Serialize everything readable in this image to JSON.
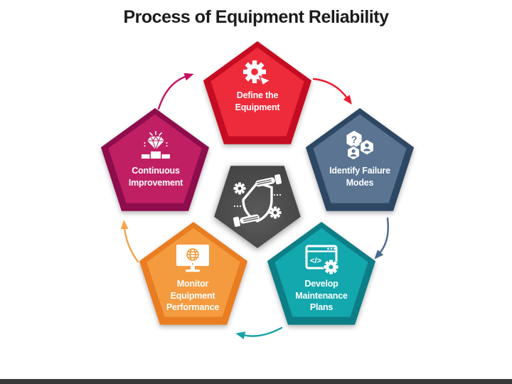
{
  "title": "Process of Equipment Reliability",
  "steps": [
    {
      "label": "Define the Equipment",
      "icon": "gear-cursor-icon",
      "fill": "#ee2b3a",
      "border": "#c40a21",
      "arrow_color": "#ec1b2e"
    },
    {
      "label": "Identify Failure Modes",
      "icon": "question-people-hexagons-icon",
      "fill": "#5a7492",
      "border": "#2e4764",
      "arrow_color": "#4a688f"
    },
    {
      "label": "Develop Maintenance Plans",
      "icon": "code-window-gear-icon",
      "fill": "#13a7ae",
      "border": "#097e86",
      "arrow_color": "#15a2a8"
    },
    {
      "label": "Monitor Equipment Performance",
      "icon": "monitor-globe-icon",
      "fill": "#f49b40",
      "border": "#e87d21",
      "arrow_color": "#f6a44e"
    },
    {
      "label": "Continuous Improvement",
      "icon": "diamond-podium-icon",
      "fill": "#c02063",
      "border": "#8d0f4e",
      "arrow_color": "#c40f62"
    }
  ],
  "center": {
    "icon": "shield-gears-hands-icon",
    "fill_center": "#5a5a5a",
    "fill_edge": "#3f3f3f",
    "detail_color": "#474747",
    "backing": "#ffffff"
  },
  "icon_glyphs": {
    "question_mark": "?",
    "code": "</>"
  },
  "footer_bar_color": "#3a3a3a"
}
